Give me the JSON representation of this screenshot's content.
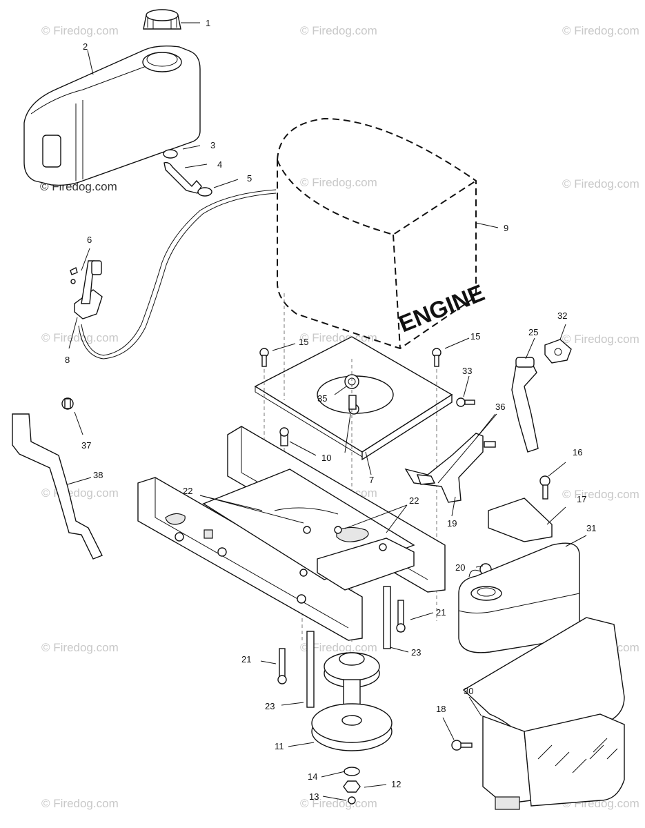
{
  "watermark": "© Firedog.com",
  "engine_label": "ENGINE",
  "callouts": {
    "c1": "1",
    "c2": "2",
    "c3": "3",
    "c4": "4",
    "c5": "5",
    "c6": "6",
    "c7": "7",
    "c8": "8",
    "c9": "9",
    "c10": "10",
    "c11": "11",
    "c12": "12",
    "c13": "13",
    "c14": "14",
    "c15a": "15",
    "c15b": "15",
    "c16": "16",
    "c17": "17",
    "c18": "18",
    "c19": "19",
    "c20": "20",
    "c21a": "21",
    "c21b": "21",
    "c22a": "22",
    "c22b": "22",
    "c23a": "23",
    "c23b": "23",
    "c25": "25",
    "c30": "30",
    "c31": "31",
    "c32": "32",
    "c33": "33",
    "c35": "35",
    "c36": "36",
    "c37": "37",
    "c38": "38"
  }
}
